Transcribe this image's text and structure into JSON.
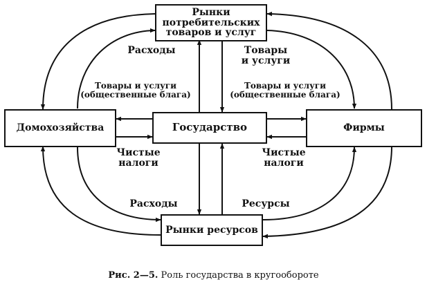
{
  "boxes": {
    "consumer_market": [
      "Рынки",
      "потребительских",
      "товаров и услуг"
    ],
    "households": "Домохозяйства",
    "government": "Государство",
    "firms": "Фирмы",
    "resource_market": "Рынки ресурсов"
  },
  "flows": {
    "top_left_outer": "Расходы",
    "top_right_outer": [
      "Товары",
      "и услуги"
    ],
    "gov_to_households": [
      "Товары и услуги",
      "(общественные блага)"
    ],
    "gov_to_firms": [
      "Товары и услуги",
      "(общественные блага)"
    ],
    "households_net_taxes": [
      "Чистые",
      "налоги"
    ],
    "firms_net_taxes": [
      "Чистые",
      "налоги"
    ],
    "bottom_left_outer": "Расходы",
    "bottom_right_outer": "Ресурсы"
  },
  "caption": {
    "prefix": "Рис. 2—5.",
    "text": "Роль государства в кругообороте"
  }
}
